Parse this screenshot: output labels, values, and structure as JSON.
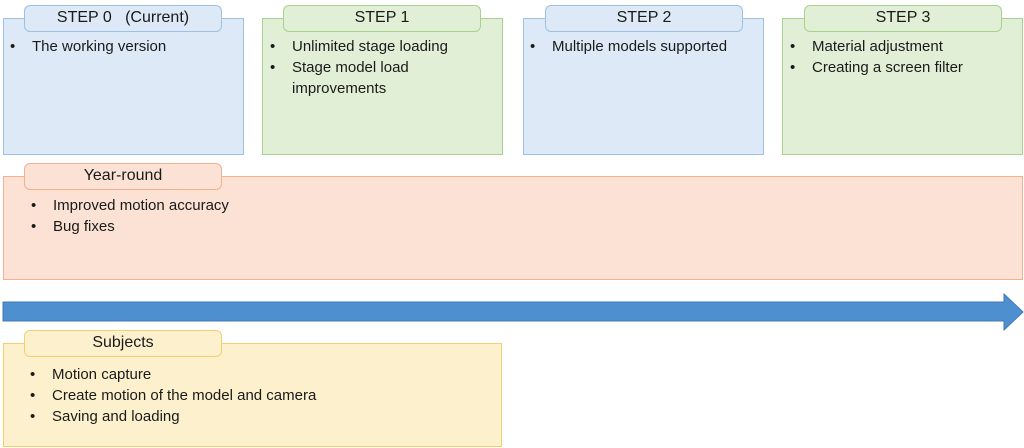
{
  "colors": {
    "blue_fill": "#dde9f6",
    "green_fill": "#e1efd7",
    "orange_fill": "#fbe2d4",
    "yellow_fill": "#fdf1cd",
    "arrow": "#4e8fd0"
  },
  "steps": [
    {
      "title": "STEP 0   (Current)",
      "items": [
        "The working version"
      ]
    },
    {
      "title": "STEP 1",
      "items": [
        "Unlimited stage loading",
        "Stage model load improvements"
      ]
    },
    {
      "title": "STEP 2",
      "items": [
        "Multiple models supported"
      ]
    },
    {
      "title": "STEP 3",
      "items": [
        "Material adjustment",
        "Creating a screen filter"
      ]
    }
  ],
  "year_round": {
    "title": "Year-round",
    "items": [
      "Improved motion accuracy",
      "Bug fixes"
    ]
  },
  "subjects": {
    "title": "Subjects",
    "items": [
      "Motion capture",
      "Create motion of the model and camera",
      "Saving and loading"
    ]
  }
}
